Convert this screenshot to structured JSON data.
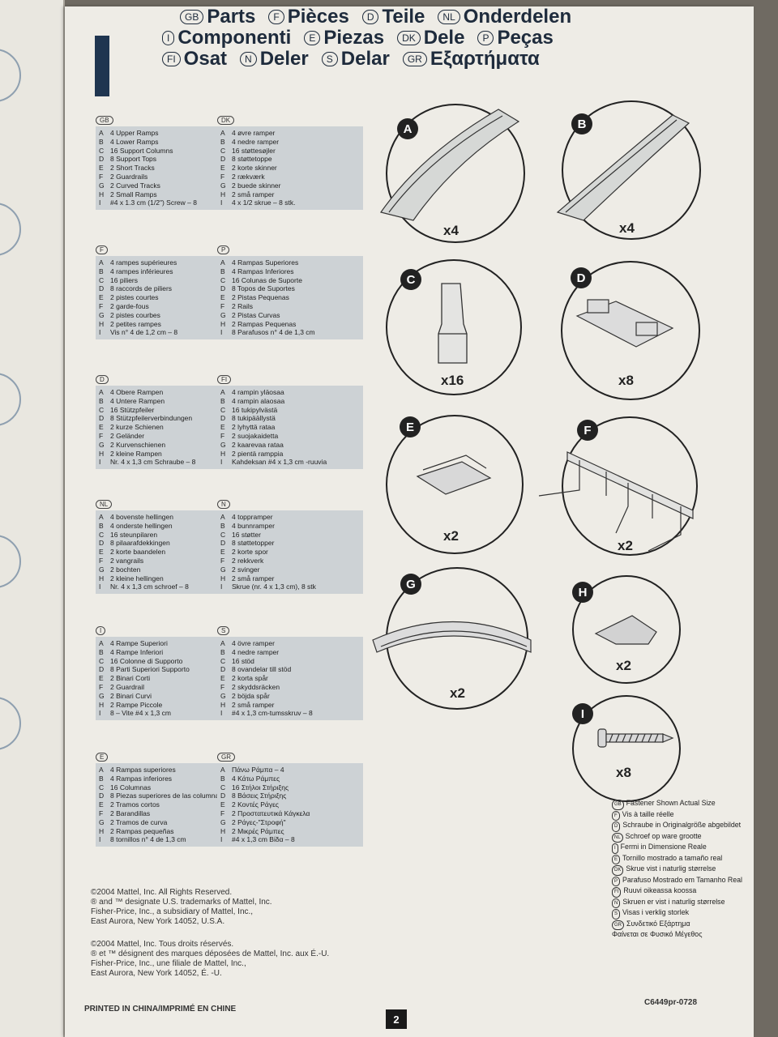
{
  "header": {
    "rows": [
      [
        {
          "code": "GB",
          "word": "Parts"
        },
        {
          "code": "F",
          "word": "Pièces"
        },
        {
          "code": "D",
          "word": "Teile"
        },
        {
          "code": "NL",
          "word": "Onderdelen"
        }
      ],
      [
        {
          "code": "I",
          "word": "Componenti"
        },
        {
          "code": "E",
          "word": "Piezas"
        },
        {
          "code": "DK",
          "word": "Dele"
        },
        {
          "code": "P",
          "word": "Peças"
        }
      ],
      [
        {
          "code": "FI",
          "word": "Osat"
        },
        {
          "code": "N",
          "word": "Deler"
        },
        {
          "code": "S",
          "word": "Delar"
        },
        {
          "code": "GR",
          "word": "Εξαρτήματα"
        }
      ]
    ]
  },
  "lists": [
    {
      "code": "GB",
      "items": [
        "4 Upper Ramps",
        "4 Lower Ramps",
        "16 Support Columns",
        "8 Support Tops",
        "2 Short Tracks",
        "2 Guardrails",
        "2 Curved Tracks",
        "2 Small Ramps",
        "#4 x 1.3 cm (1/2\") Screw – 8"
      ]
    },
    {
      "code": "DK",
      "items": [
        "4 øvre ramper",
        "4 nedre ramper",
        "16 støttesøjler",
        "8 støttetoppe",
        "2 korte skinner",
        "2 rækværk",
        "2 buede skinner",
        "2 små ramper",
        "4 x 1/2 skrue – 8 stk."
      ]
    },
    {
      "code": "F",
      "items": [
        "4 rampes supérieures",
        "4 rampes inférieures",
        "16 piliers",
        "8 raccords de piliers",
        "2 pistes courtes",
        "2 garde-fous",
        "2 pistes courbes",
        "2 petites rampes",
        "Vis n° 4 de 1,2 cm – 8"
      ]
    },
    {
      "code": "P",
      "items": [
        "4 Rampas Superiores",
        "4 Rampas Inferiores",
        "16 Colunas de Suporte",
        "8 Topos de Suportes",
        "2 Pistas Pequenas",
        "2 Rails",
        "2 Pistas Curvas",
        "2 Rampas Pequenas",
        "8 Parafusos n° 4 de 1,3 cm"
      ]
    },
    {
      "code": "D",
      "items": [
        "4 Obere Rampen",
        "4 Untere Rampen",
        "16 Stützpfeiler",
        "8 Stützpfeilerverbindungen",
        "2 kurze Schienen",
        "2 Geländer",
        "2 Kurvenschienen",
        "2 kleine Rampen",
        "Nr. 4 x 1,3 cm Schraube – 8"
      ]
    },
    {
      "code": "FI",
      "items": [
        "4 rampin yläosaa",
        "4 rampin alaosaa",
        "16 tukipylvästä",
        "8 tukipäällystä",
        "2 lyhyttä rataa",
        "2 suojakaidetta",
        "2 kaarevaa rataa",
        "2 pientä ramppia",
        "Kahdeksan #4 x 1,3 cm -ruuvia"
      ]
    },
    {
      "code": "NL",
      "items": [
        "4 bovenste hellingen",
        "4 onderste hellingen",
        "16 steunpilaren",
        "8 pilaarafdekkingen",
        "2 korte baandelen",
        "2 vangrails",
        "2 bochten",
        "2 kleine hellingen",
        "Nr. 4 x 1,3 cm schroef – 8"
      ]
    },
    {
      "code": "N",
      "items": [
        "4 toppramper",
        "4 bunnramper",
        "16 støtter",
        "8 støttetopper",
        "2 korte spor",
        "2 rekkverk",
        "2 svinger",
        "2 små ramper",
        "Skrue (nr. 4 x 1,3 cm), 8 stk"
      ]
    },
    {
      "code": "I",
      "items": [
        "4 Rampe Superiori",
        "4 Rampe Inferiori",
        "16 Colonne di Supporto",
        "8 Parti Superiori Supporto",
        "2 Binari Corti",
        "2 Guardrail",
        "2 Binari Curvi",
        "2 Rampe Piccole",
        "8 – Vite #4 x 1,3 cm"
      ]
    },
    {
      "code": "S",
      "items": [
        "4 övre ramper",
        "4 nedre ramper",
        "16 stöd",
        "8 ovandelar till stöd",
        "2 korta spår",
        "2 skyddsräcken",
        "2 böjda spår",
        "2 små ramper",
        "#4 x 1,3 cm-tumsskruv – 8"
      ]
    },
    {
      "code": "E",
      "items": [
        "4 Rampas superiores",
        "4 Rampas inferiores",
        "16 Columnas",
        "8 Piezas superiores de las columnas",
        "2 Tramos cortos",
        "2 Barandillas",
        "2 Tramos de curva",
        "2 Rampas pequeñas",
        "8 tornillos n° 4 de 1,3 cm"
      ]
    },
    {
      "code": "GR",
      "items": [
        "Πάνω Ράμπα – 4",
        "4 Κάτω Ράμπες",
        "16 Στήλοι Στήριξης",
        "8 Βάσεις Στήριξης",
        "2 Κοντές Ράγες",
        "2 Προστατευτικά Κάγκελα",
        "2 Ράγες-\"Στροφή\"",
        "2 Μικρές Ράμπες",
        "#4 x 1,3 cm Βίδα – 8"
      ]
    }
  ],
  "letters": [
    "A",
    "B",
    "C",
    "D",
    "E",
    "F",
    "G",
    "H",
    "I"
  ],
  "parts": [
    {
      "letter": "A",
      "qty": "x4"
    },
    {
      "letter": "B",
      "qty": "x4"
    },
    {
      "letter": "C",
      "qty": "x16"
    },
    {
      "letter": "D",
      "qty": "x8"
    },
    {
      "letter": "E",
      "qty": "x2"
    },
    {
      "letter": "F",
      "qty": "x2"
    },
    {
      "letter": "G",
      "qty": "x2"
    },
    {
      "letter": "H",
      "qty": "x2"
    },
    {
      "letter": "I",
      "qty": "x8"
    }
  ],
  "fastener": [
    {
      "code": "GB",
      "text": "Fastener Shown Actual Size"
    },
    {
      "code": "F",
      "text": "Vis à taille réelle"
    },
    {
      "code": "D",
      "text": "Schraube in Originalgröße abgebildet"
    },
    {
      "code": "NL",
      "text": "Schroef op ware grootte"
    },
    {
      "code": "I",
      "text": "Fermi in Dimensione Reale"
    },
    {
      "code": "E",
      "text": "Tornillo mostrado a tamaño real"
    },
    {
      "code": "DK",
      "text": "Skrue vist i naturlig størrelse"
    },
    {
      "code": "P",
      "text": "Parafuso Mostrado em Tamanho Real"
    },
    {
      "code": "FI",
      "text": "Ruuvi oikeassa koossa"
    },
    {
      "code": "N",
      "text": "Skruen er vist i naturlig størrelse"
    },
    {
      "code": "S",
      "text": "Visas i verklig storlek"
    },
    {
      "code": "GR",
      "text": "Συνδετικό Εξάρτημα Φαίνεται σε Φυσικό Μέγεθος"
    }
  ],
  "copyright_en": [
    "©2004 Mattel, Inc. All Rights Reserved.",
    "® and ™ designate U.S. trademarks of Mattel, Inc.",
    "Fisher-Price, Inc., a subsidiary of Mattel, Inc.,",
    "East Aurora, New York 14052, U.S.A."
  ],
  "copyright_fr": [
    "©2004 Mattel, Inc. Tous droits réservés.",
    "® et ™ désignent des marques déposées de Mattel, Inc. aux É.-U.",
    "Fisher-Price, Inc., une filiale de Mattel, Inc.,",
    "East Aurora, New York 14052, É. -U."
  ],
  "footer": {
    "printed": "PRINTED IN CHINA/IMPRIMÉ EN CHINE",
    "page": "2",
    "code": "C6449pr-0728"
  }
}
